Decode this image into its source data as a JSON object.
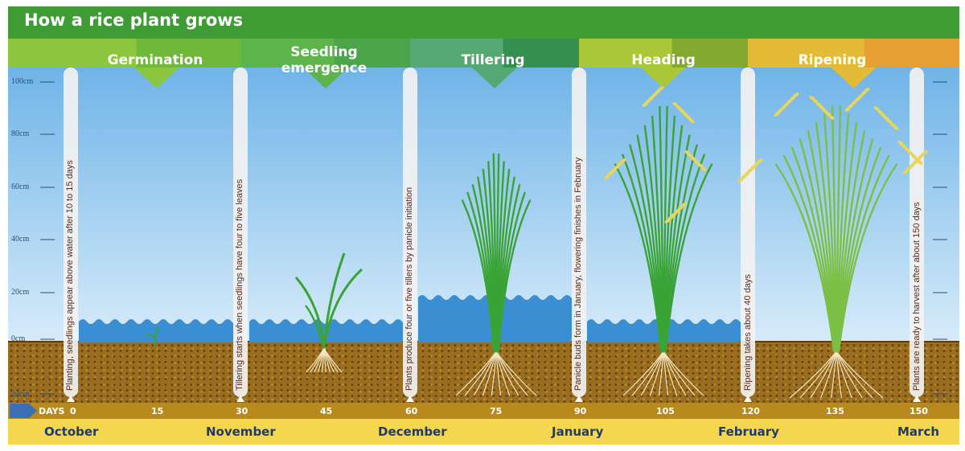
{
  "title": "How a rice plant grows",
  "stages": [
    {
      "name": "Germination",
      "color": "#8cc63f",
      "accent": "#6ab539"
    },
    {
      "name": "Seedling emergence",
      "color": "#5cb44a",
      "accent": "#4aa24a"
    },
    {
      "name": "Tillering",
      "color": "#55a871",
      "accent": "#2f8c49"
    },
    {
      "name": "Heading",
      "color": "#a9c737",
      "accent": "#7da42d"
    },
    {
      "name": "Ripening",
      "color": "#e3bb36",
      "accent": "#e69b33"
    }
  ],
  "height_axis": [
    "100cm",
    "80cm",
    "60cm",
    "40cm",
    "20cm",
    "0cm",
    "20cm"
  ],
  "day_axis": {
    "label": "DAYS",
    "ticks": [
      "0",
      "15",
      "30",
      "45",
      "60",
      "75",
      "90",
      "105",
      "120",
      "135",
      "150"
    ]
  },
  "months": [
    "October",
    "November",
    "December",
    "January",
    "February",
    "March"
  ],
  "milestones": [
    {
      "day": "0",
      "text": "Planting, seedlings appear above water after 10 to 15 days"
    },
    {
      "day": "30",
      "text": "Tillering starts when seedlings have four to five leaves"
    },
    {
      "day": "60",
      "text": "Plants produce four or five tillers by panicle initiation"
    },
    {
      "day": "90",
      "text": "Panicle buds form in January, flowering finishes in February"
    },
    {
      "day": "120",
      "text": "Ripening takes about 40 days"
    },
    {
      "day": "150",
      "text": "Plants are ready to harvest after about 150 days"
    }
  ],
  "colors": {
    "title_bar": "#3f9c35",
    "water": "#3a8fd2",
    "soil": "#9a6d1f",
    "day_bar": "#b88a1e",
    "month_bar": "#f5d74f",
    "plant": "#3aa336",
    "grain": "#e8d55a"
  }
}
